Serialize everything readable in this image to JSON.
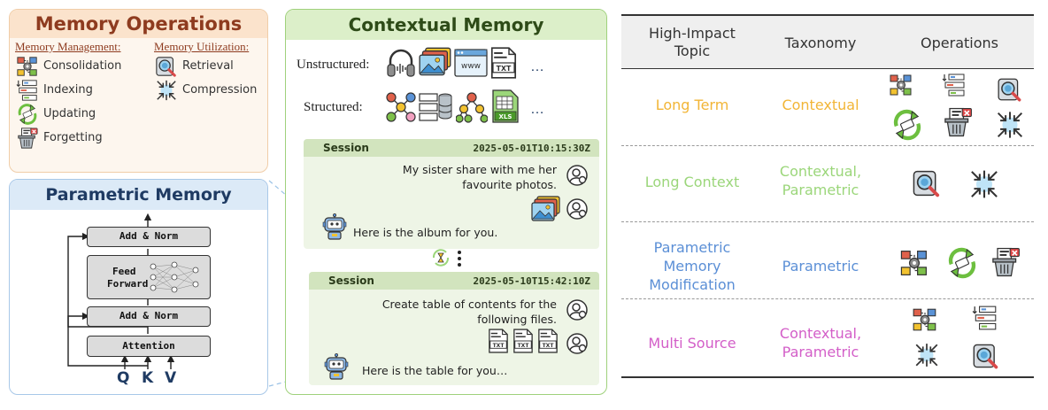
{
  "memory_operations": {
    "title": "Memory Operations",
    "management_header": "Memory Management:",
    "utilization_header": "Memory Utilization:",
    "management_items": [
      "Consolidation",
      "Indexing",
      "Updating",
      "Forgetting"
    ],
    "utilization_items": [
      "Retrieval",
      "Compression"
    ]
  },
  "parametric_memory": {
    "title": "Parametric Memory",
    "add_norm_top": "Add & Norm",
    "feed_forward_1": "Feed",
    "feed_forward_2": "Forward",
    "add_norm_bottom": "Add & Norm",
    "attention": "Attention",
    "q": "Q",
    "k": "K",
    "v": "V"
  },
  "contextual_memory": {
    "title": "Contextual Memory",
    "unstructured_label": "Unstructured:",
    "structured_label": "Structured:",
    "ellipsis": "…",
    "www": "www",
    "txt": "TXT",
    "xls": "XLS",
    "session1": {
      "label": "Session",
      "timestamp": "2025-05-01T10:15:30Z",
      "user_line1": "My sister share with me her",
      "user_line2": "favourite photos.",
      "reply": "Here is the album for you."
    },
    "session2": {
      "label": "Session",
      "timestamp": "2025-05-10T15:42:10Z",
      "user_line1": "Create table of contents for the",
      "user_line2": "following files.",
      "reply": "Here is the table for you…"
    }
  },
  "table": {
    "headers": {
      "topic_1": "High-Impact",
      "topic_2": "Topic",
      "taxonomy": "Taxonomy",
      "operations": "Operations"
    },
    "rows": [
      {
        "topic_1": "Long Term",
        "topic_2": "",
        "topic_3": "",
        "taxonomy_1": "Contextual",
        "taxonomy_2": "",
        "color": "#f2b536"
      },
      {
        "topic_1": "Long Context",
        "topic_2": "",
        "topic_3": "",
        "taxonomy_1": "Contextual,",
        "taxonomy_2": "Parametric",
        "color": "#9bd67a"
      },
      {
        "topic_1": "Parametric",
        "topic_2": "Memory",
        "topic_3": "Modification",
        "taxonomy_1": "Parametric",
        "taxonomy_2": "",
        "color": "#5b8fd6"
      },
      {
        "topic_1": "Multi Source",
        "topic_2": "",
        "topic_3": "",
        "taxonomy_1": "Contextual,",
        "taxonomy_2": "Parametric",
        "color": "#d35ec8"
      }
    ]
  },
  "icons": [
    "consolidation-icon",
    "indexing-icon",
    "updating-icon",
    "forgetting-icon",
    "retrieval-icon",
    "compression-icon",
    "user-icon",
    "robot-icon"
  ],
  "colors": {
    "memops_border": "#f0cda8",
    "memops_title": "#8e3b1f",
    "parmem_border": "#a8c8e8",
    "parmem_title": "#1f3b63",
    "ctx_border": "#9fd17c",
    "ctx_title": "#2e4b18",
    "table_header_bg": "#efefef"
  }
}
